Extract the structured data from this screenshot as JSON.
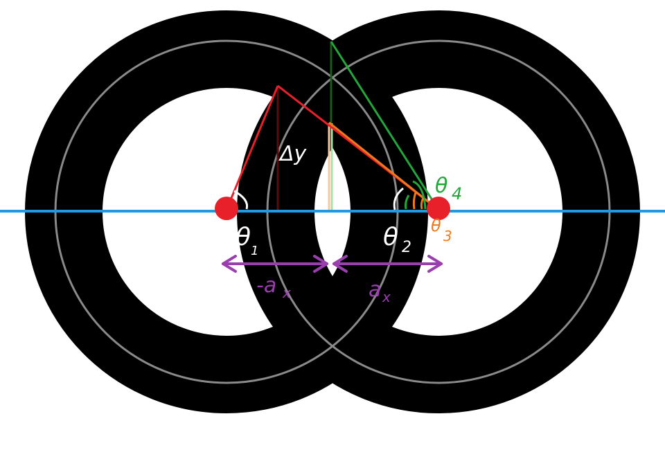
{
  "labels": {
    "delta_y": "Δy",
    "theta1": "θ",
    "theta1_sub": "1",
    "theta2": "θ",
    "theta2_sub": "2",
    "theta3": "θ",
    "theta3_sub": "3",
    "theta4": "θ",
    "theta4_sub": "4",
    "neg_ax": "-a",
    "neg_ax_sub": "x",
    "ax": "a",
    "ax_sub": "x"
  },
  "colors": {
    "ring": "#000000",
    "ring_centerline": "#8a8a8a",
    "axis": "#1e9be0",
    "red": "#e8202a",
    "green": "#22a83a",
    "orange": "#f07a18",
    "purple": "#9b3fb0",
    "dark_red": "#5a0d0d",
    "peach": "#f5c8a0",
    "pale_green": "#a8e0a8",
    "dark_green": "#1a5a1a",
    "label_white": "#ffffff"
  }
}
